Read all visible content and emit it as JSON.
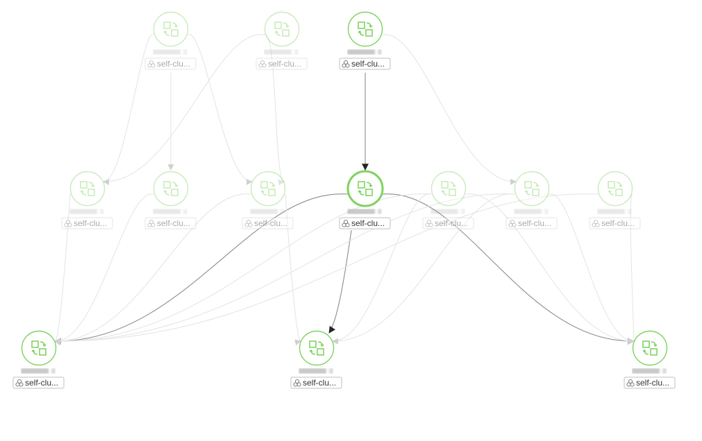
{
  "colors": {
    "node_green": "#7ed35f",
    "node_fill": "#ffffff",
    "edge_active": "#8c8c8c",
    "edge_faded": "#d9d9d9",
    "arrow_dark": "#262626"
  },
  "icons": {
    "node_icon": "app-sync-icon",
    "cluster_icon": "cluster-icon"
  },
  "nodes": [
    {
      "id": "n1",
      "cluster_label": "self-clu...",
      "state": "faded"
    },
    {
      "id": "n2",
      "cluster_label": "self-clu...",
      "state": "faded"
    },
    {
      "id": "n3",
      "cluster_label": "self-clu...",
      "state": "active"
    },
    {
      "id": "n4",
      "cluster_label": "self-clu...",
      "state": "faded"
    },
    {
      "id": "n5",
      "cluster_label": "self-clu...",
      "state": "faded"
    },
    {
      "id": "n6",
      "cluster_label": "self-clu...",
      "state": "faded"
    },
    {
      "id": "n7",
      "cluster_label": "self-clu...",
      "state": "selected"
    },
    {
      "id": "n8",
      "cluster_label": "self-clu...",
      "state": "faded"
    },
    {
      "id": "n9",
      "cluster_label": "self-clu...",
      "state": "faded"
    },
    {
      "id": "n10",
      "cluster_label": "self-clu...",
      "state": "faded"
    },
    {
      "id": "n11",
      "cluster_label": "self-clu...",
      "state": "active"
    },
    {
      "id": "n12",
      "cluster_label": "self-clu...",
      "state": "active"
    },
    {
      "id": "n13",
      "cluster_label": "self-clu...",
      "state": "active"
    }
  ],
  "edges": [
    {
      "from": "n3",
      "to": "n7",
      "state": "active"
    },
    {
      "from": "n7",
      "to": "n11",
      "state": "active"
    },
    {
      "from": "n7",
      "to": "n12",
      "state": "active"
    },
    {
      "from": "n7",
      "to": "n13",
      "state": "active"
    },
    {
      "from": "n1",
      "to": "n4",
      "state": "faded"
    },
    {
      "from": "n1",
      "to": "n5",
      "state": "faded"
    },
    {
      "from": "n1",
      "to": "n6",
      "state": "faded"
    },
    {
      "from": "n2",
      "to": "n4",
      "state": "faded"
    },
    {
      "from": "n2",
      "to": "n6",
      "state": "faded"
    },
    {
      "from": "n3",
      "to": "n9",
      "state": "faded"
    },
    {
      "from": "n4",
      "to": "n11",
      "state": "faded"
    },
    {
      "from": "n5",
      "to": "n11",
      "state": "faded"
    },
    {
      "from": "n6",
      "to": "n11",
      "state": "faded"
    },
    {
      "from": "n6",
      "to": "n12",
      "state": "faded"
    },
    {
      "from": "n8",
      "to": "n11",
      "state": "faded"
    },
    {
      "from": "n8",
      "to": "n12",
      "state": "faded"
    },
    {
      "from": "n9",
      "to": "n11",
      "state": "faded"
    },
    {
      "from": "n9",
      "to": "n12",
      "state": "faded"
    },
    {
      "from": "n9",
      "to": "n13",
      "state": "faded"
    },
    {
      "from": "n10",
      "to": "n11",
      "state": "faded"
    },
    {
      "from": "n10",
      "to": "n13",
      "state": "faded"
    },
    {
      "from": "n8",
      "to": "n13",
      "state": "faded"
    }
  ]
}
